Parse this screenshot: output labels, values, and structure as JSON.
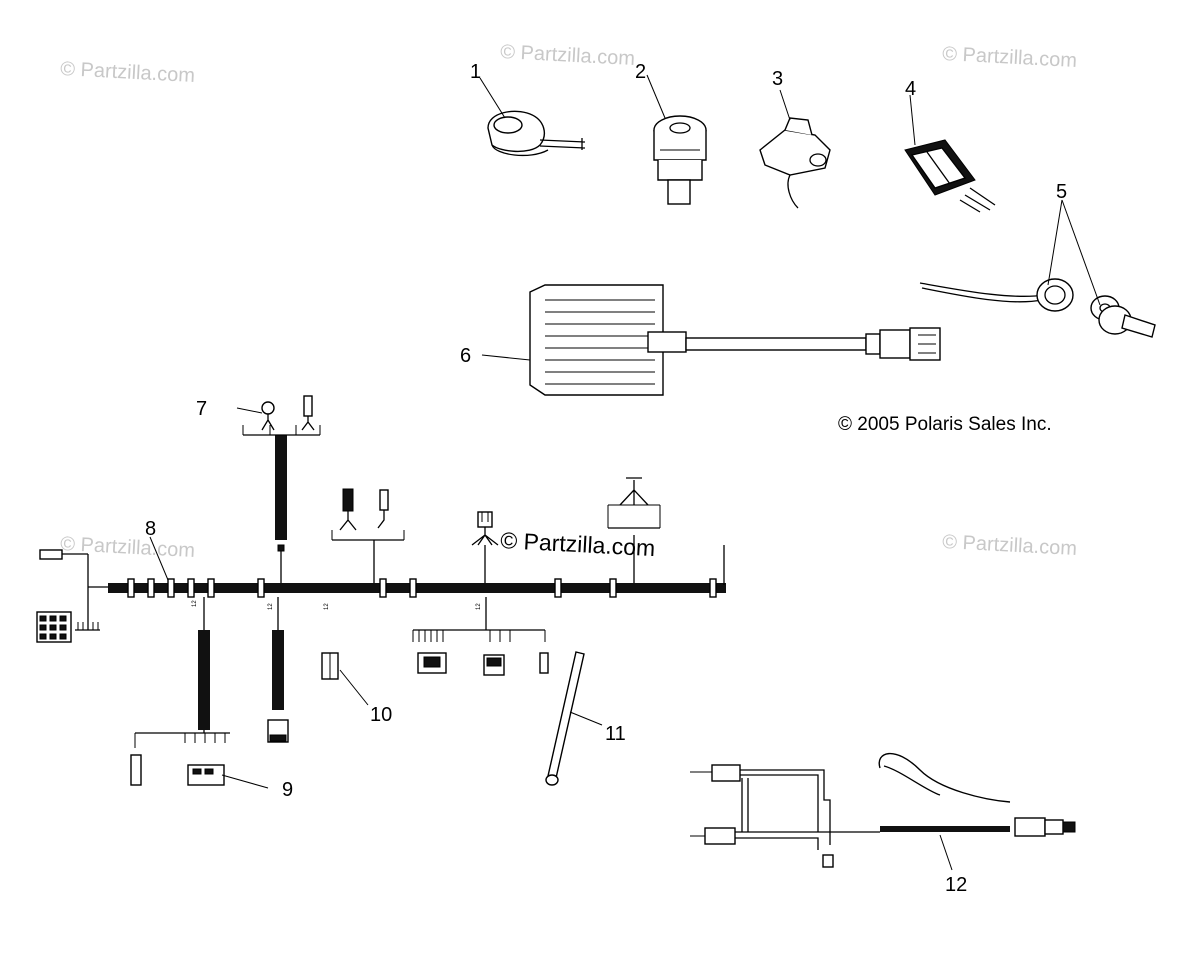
{
  "watermarks": {
    "top_left": "© Partzilla.com",
    "top_center": "© Partzilla.com",
    "top_right": "© Partzilla.com",
    "mid_left": "© Partzilla.com",
    "mid_right": "© Partzilla.com",
    "center": "© Partzilla.com"
  },
  "copyright": "© 2005 Polaris Sales Inc.",
  "callouts": {
    "c1": "1",
    "c2": "2",
    "c3": "3",
    "c4": "4",
    "c5": "5",
    "c6": "6",
    "c7": "7",
    "c8": "8",
    "c9": "9",
    "c10": "10",
    "c11": "11",
    "c12": "12"
  },
  "colors": {
    "ink": "#000000",
    "watermark": "#c8c8c8",
    "background": "#ffffff"
  }
}
